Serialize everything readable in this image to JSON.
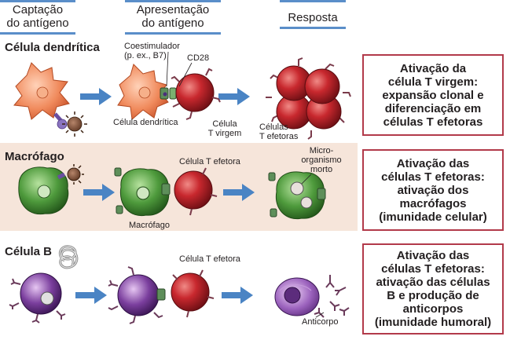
{
  "headers": {
    "capture": [
      "Captação",
      "do antígeno"
    ],
    "presentation": [
      "Apresentação",
      "do antígeno"
    ],
    "response": "Resposta"
  },
  "rows": {
    "dendritic": {
      "title": "Célula dendrítica",
      "labels": {
        "costimulator": [
          "Coestimulador",
          "(p. ex., B7)"
        ],
        "cd28": "CD28",
        "dendritic_cell": "Célula dendrítica",
        "naive_t": [
          "Célula",
          "T virgem"
        ],
        "effector_t": [
          "Células",
          "T efetoras"
        ]
      },
      "box": [
        "Ativação da",
        "célula T virgem:",
        "expansão clonal e",
        "diferenciação em",
        "células T efetoras"
      ]
    },
    "macrophage": {
      "title": "Macrófago",
      "labels": {
        "effector_t": "Célula T efetora",
        "macrophage": "Macrófago",
        "dead_microbe": [
          "Micro-",
          "organismo",
          "morto"
        ]
      },
      "box": [
        "Ativação das",
        "células T efetoras:",
        "ativação dos",
        "macrófagos",
        "(imunidade celular)"
      ]
    },
    "bcell": {
      "title": "Célula B",
      "labels": {
        "effector_t": "Célula T efetora",
        "antibody": "Anticorpo"
      },
      "box": [
        "Ativação das",
        "células T efetoras:",
        "ativação das células",
        "B e produção de",
        "anticorpos",
        "(imunidade humoral)"
      ]
    }
  },
  "colors": {
    "header_line": "#5a8ec9",
    "box_border": "#b23a4a",
    "band_bg": "#f6e5da",
    "arrow": "#4a84c4",
    "t_cell": "#c8282e",
    "dendritic": "#f08a5c",
    "macrophage": "#4e9a3c",
    "bcell": "#7b3f9e"
  }
}
